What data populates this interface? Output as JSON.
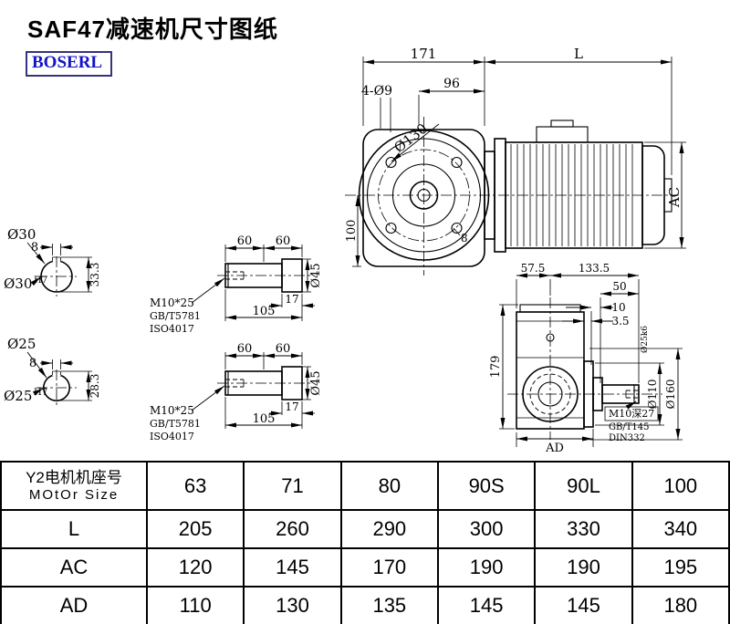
{
  "page": {
    "title": "SAF47减速机尺寸图纸",
    "logo": "BOSERL"
  },
  "front_view": {
    "dim_171": "171",
    "dim_L": "L",
    "dim_4xo9": "4-Ø9",
    "dim_96": "96",
    "dim_o130": "Ø130",
    "dim_100": "100",
    "dim_AC": "AC",
    "dim_8": "8"
  },
  "sections": [
    {
      "dia": "Ø30",
      "key": "8",
      "height": "33.3",
      "fit_base": "Ø30",
      "fit_sup": "H7"
    },
    {
      "dia": "Ø25",
      "key": "8",
      "height": "28.3",
      "fit_base": "Ø25",
      "fit_sup": "H7"
    }
  ],
  "shafts": [
    {
      "dim_60a": "60",
      "dim_60b": "60",
      "dim_17": "17",
      "dim_105": "105",
      "dim_o45": "Ø45",
      "bolt": "M10*25",
      "std1": "GB/T5781",
      "std2": "ISO4017"
    },
    {
      "dim_60a": "60",
      "dim_60b": "60",
      "dim_17": "17",
      "dim_105": "105",
      "dim_o45": "Ø45",
      "bolt": "M10*25",
      "std1": "GB/T5781",
      "std2": "ISO4017"
    }
  ],
  "side_view": {
    "dim_57_5": "57.5",
    "dim_133_5": "133.5",
    "dim_50": "50",
    "dim_10": "10",
    "dim_3_5": "3.5",
    "dim_o25k6": "Ø25k6",
    "dim_o110": "Ø110",
    "dim_o160": "Ø160",
    "dim_179": "179",
    "dim_AD": "AD",
    "bolt": "M10深27",
    "std1": "GB/T145",
    "std2": "DIN332"
  },
  "table": {
    "header_cn": "Y2电机机座号",
    "header_en": "MOtOr Size",
    "sizes": [
      "63",
      "71",
      "80",
      "90S",
      "90L",
      "100"
    ],
    "rows": [
      {
        "label": "L",
        "values": [
          "205",
          "260",
          "290",
          "300",
          "330",
          "340"
        ]
      },
      {
        "label": "AC",
        "values": [
          "120",
          "145",
          "170",
          "190",
          "190",
          "195"
        ]
      },
      {
        "label": "AD",
        "values": [
          "110",
          "130",
          "135",
          "145",
          "145",
          "180"
        ]
      }
    ]
  }
}
